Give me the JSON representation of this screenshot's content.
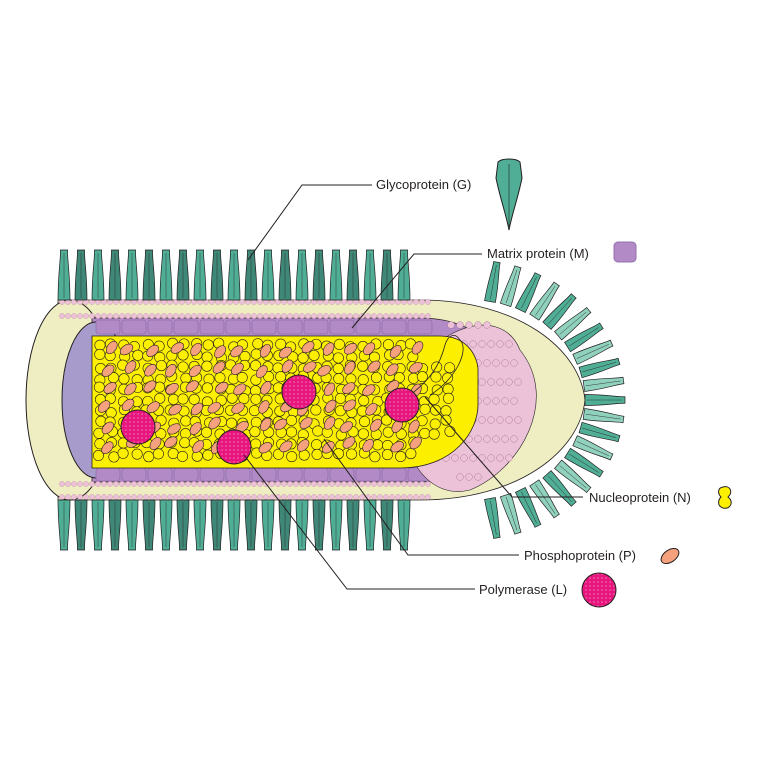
{
  "labels": {
    "glycoprotein": "Glycoprotein (G)",
    "matrix": "Matrix protein (M)",
    "nucleoprotein": "Nucleoprotein (N)",
    "phosphoprotein": "Phosphoprotein (P)",
    "polymerase": "Polymerase (L)"
  },
  "colors": {
    "glycoprotein": "#4fae95",
    "glycoprotein_light": "#8fd1bd",
    "glycoprotein_dark": "#3f8878",
    "matrix": "#b18ac6",
    "matrix_dark": "#9370ad",
    "nucleoprotein": "#fcf000",
    "phosphoprotein": "#f5a17d",
    "polymerase": "#e8157f",
    "lipid_head": "#ecc2d8",
    "membrane_fill": "#eeeec2",
    "cavity": "#a79bcc",
    "outline": "#231f20"
  },
  "icons": {
    "glycoprotein": "glycoprotein-spike-icon",
    "matrix": "matrix-protein-square-icon",
    "nucleoprotein": "nucleoprotein-peanut-icon",
    "phosphoprotein": "phosphoprotein-oval-icon",
    "polymerase": "polymerase-disc-icon"
  }
}
